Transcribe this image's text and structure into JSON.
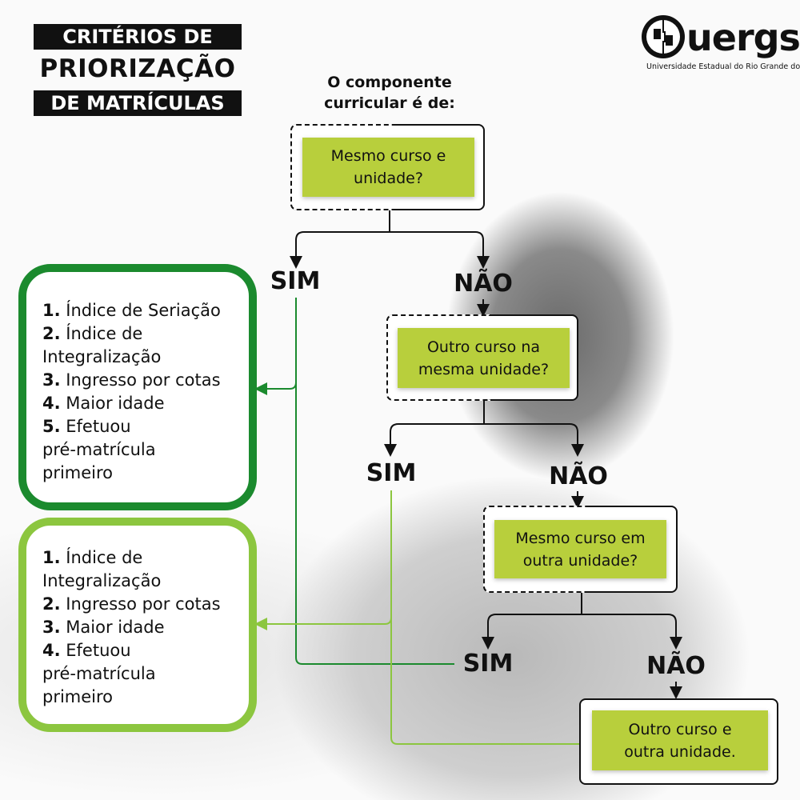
{
  "title": {
    "line1": "CRITÉRIOS DE",
    "line2": "PRIORIZAÇÃO",
    "line3": "DE MATRÍCULAS"
  },
  "logo": {
    "name": "uergs",
    "subtitle": "Universidade Estadual do Rio Grande do Sul"
  },
  "question": {
    "line1": "O componente",
    "line2": "curricular é de:"
  },
  "nodes": {
    "q1": {
      "line1": "Mesmo curso e",
      "line2": "unidade?"
    },
    "q2": {
      "line1": "Outro curso na",
      "line2": "mesma unidade?"
    },
    "q3": {
      "line1": "Mesmo curso em",
      "line2": "outra unidade?"
    },
    "q4": {
      "line1": "Outro curso e",
      "line2": "outra unidade."
    }
  },
  "labels": {
    "yes": "SIM",
    "no": "NÃO"
  },
  "list1": [
    {
      "n": "1.",
      "text": " Índice de Seriação"
    },
    {
      "n": "2.",
      "text": " Índice de"
    },
    {
      "n": "",
      "text": "Integralização"
    },
    {
      "n": "3.",
      "text": " Ingresso por cotas"
    },
    {
      "n": "4.",
      "text": " Maior idade"
    },
    {
      "n": "5.",
      "text": " Efetuou"
    },
    {
      "n": "",
      "text": "pré-matrícula"
    },
    {
      "n": "",
      "text": "primeiro"
    }
  ],
  "list2": [
    {
      "n": "1.",
      "text": " Índice de"
    },
    {
      "n": "",
      "text": "Integralização"
    },
    {
      "n": "2.",
      "text": " Ingresso por cotas"
    },
    {
      "n": "3.",
      "text": " Maior idade"
    },
    {
      "n": "4.",
      "text": " Efetuou"
    },
    {
      "n": "",
      "text": "pré-matrícula"
    },
    {
      "n": "",
      "text": "primeiro"
    }
  ],
  "colors": {
    "dark_green": "#1b8a2e",
    "light_green": "#8cc63f",
    "box_fill": "#b8cf3c"
  }
}
